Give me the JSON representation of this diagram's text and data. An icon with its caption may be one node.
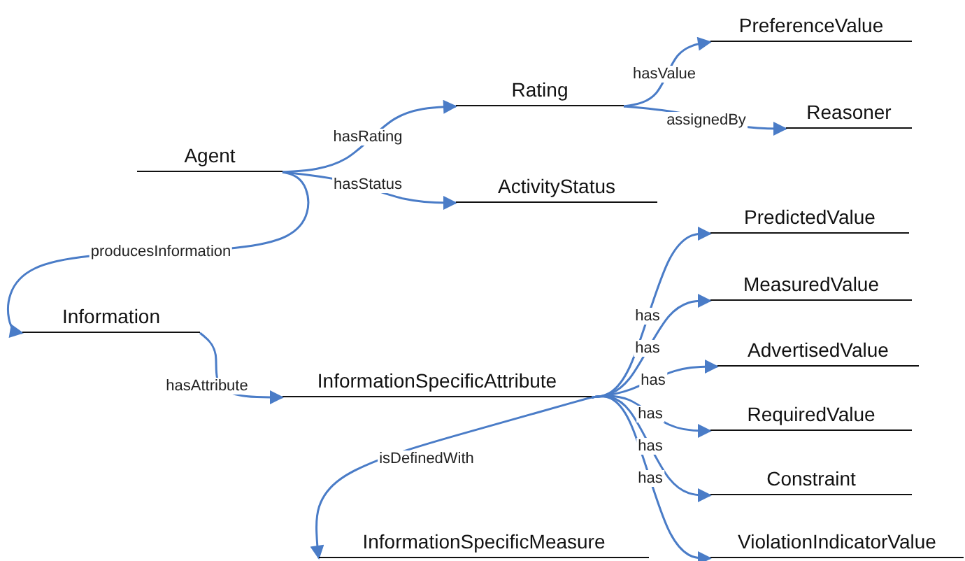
{
  "diagram": {
    "nodes": [
      {
        "text": [
          "Agent"
        ]
      },
      {
        "text": [
          "Rating"
        ]
      },
      {
        "text": [
          "PreferenceValue"
        ]
      },
      {
        "text": [
          "Reasoner"
        ]
      },
      {
        "text": [
          "ActivityStatus"
        ]
      },
      {
        "text": [
          "Information"
        ]
      },
      {
        "text": [
          "InformationSpecificAttribute"
        ]
      },
      {
        "text": [
          "PredictedValue"
        ]
      },
      {
        "text": [
          "MeasuredValue"
        ]
      },
      {
        "text": [
          "AdvertisedValue"
        ]
      },
      {
        "text": [
          "RequiredValue"
        ]
      },
      {
        "text": [
          "Constraint"
        ]
      },
      {
        "text": [
          "ViolationIndicatorValue"
        ]
      },
      {
        "text": [
          "InformationSpecificMeasure"
        ]
      }
    ],
    "edges": [
      {
        "from": 0,
        "to": 1,
        "arrow": "to",
        "label": "hasRating"
      },
      {
        "from": 0,
        "to": 4,
        "arrow": "to",
        "label": "hasStatus"
      },
      {
        "from": 0,
        "to": 5,
        "arrow": "to",
        "label": "producesInformation"
      },
      {
        "from": 1,
        "to": 2,
        "arrow": "to",
        "label": "hasValue"
      },
      {
        "from": 1,
        "to": 3,
        "arrow": "to",
        "label": "assignedBy"
      },
      {
        "from": 5,
        "to": 6,
        "arrow": "to",
        "label": "hasAttribute"
      },
      {
        "from": 6,
        "to": 7,
        "arrow": "to",
        "label": "has"
      },
      {
        "from": 6,
        "to": 8,
        "arrow": "to",
        "label": "has"
      },
      {
        "from": 6,
        "to": 9,
        "arrow": "to",
        "label": "has"
      },
      {
        "from": 6,
        "to": 10,
        "arrow": "to",
        "label": "has"
      },
      {
        "from": 6,
        "to": 11,
        "arrow": "to",
        "label": "has"
      },
      {
        "from": 6,
        "to": 12,
        "arrow": "to",
        "label": "has"
      },
      {
        "from": 6,
        "to": 13,
        "arrow": "to",
        "label": "isDefinedWith"
      }
    ]
  }
}
